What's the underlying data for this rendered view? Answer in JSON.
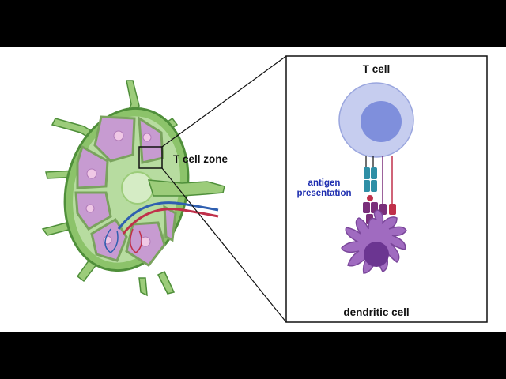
{
  "labels": {
    "t_cell_zone": "T cell zone",
    "t_cell": "T cell",
    "antigen_line1": "antigen",
    "antigen_line2": "presentation",
    "dendritic_cell": "dendritic cell"
  },
  "colors": {
    "letterbox": "#000000",
    "canvas": "#ffffff",
    "node_green": "#8cc36a",
    "node_green_dark": "#4f8f3a",
    "lobule_purple": "#c79bd1",
    "lobule_purple_dark": "#9a63ad",
    "t_cell_outer": "#c6cdef",
    "t_cell_nucleus": "#7f8fdc",
    "dendritic_body": "#a06bc0",
    "dendritic_nucleus": "#6b3591",
    "receptor_teal": "#2f8fa6",
    "receptor_purple": "#7a2f7a",
    "receptor_red": "#c0304a",
    "artery": "#c0304a",
    "vein": "#2f5fb0",
    "antigen_text": "#1f2fb0"
  }
}
